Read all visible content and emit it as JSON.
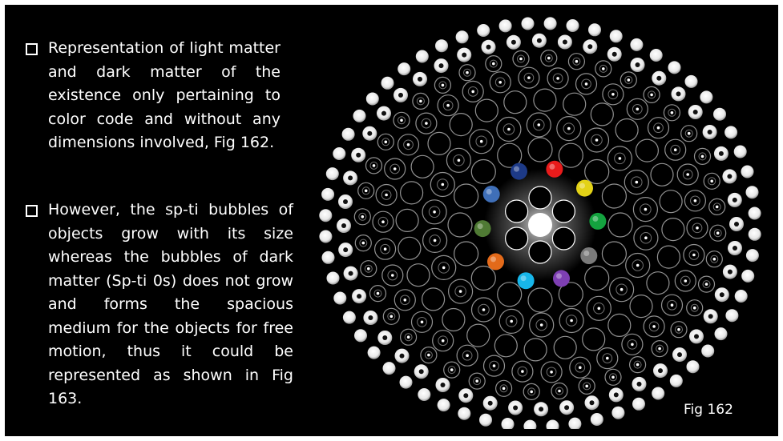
{
  "bullets": [
    "Representation of light matter and dark matter of the existence only pertaining to color code and without any dimensions involved, Fig 162.",
    "However, the sp-ti bubbles of objects grow with its size whereas the bubbles of dark matter (Sp-ti 0s)  does not grow and forms the spacious medium for the objects for free motion, thus it could be represented as shown in Fig 163."
  ],
  "figure": {
    "caption": "Fig 162",
    "center_color": "#ffffff",
    "color_dots": [
      {
        "name": "red",
        "color": "#e81b1b"
      },
      {
        "name": "yellow",
        "color": "#e3d217"
      },
      {
        "name": "green",
        "color": "#14a33f"
      },
      {
        "name": "gray",
        "color": "#7a7a7a"
      },
      {
        "name": "purple",
        "color": "#7e3fb3"
      },
      {
        "name": "cyan",
        "color": "#17b6ea"
      },
      {
        "name": "orange",
        "color": "#e36a1a"
      },
      {
        "name": "olive",
        "color": "#4f7a34"
      },
      {
        "name": "blue",
        "color": "#3f6fb8"
      },
      {
        "name": "navy",
        "color": "#1d3a87"
      }
    ]
  }
}
